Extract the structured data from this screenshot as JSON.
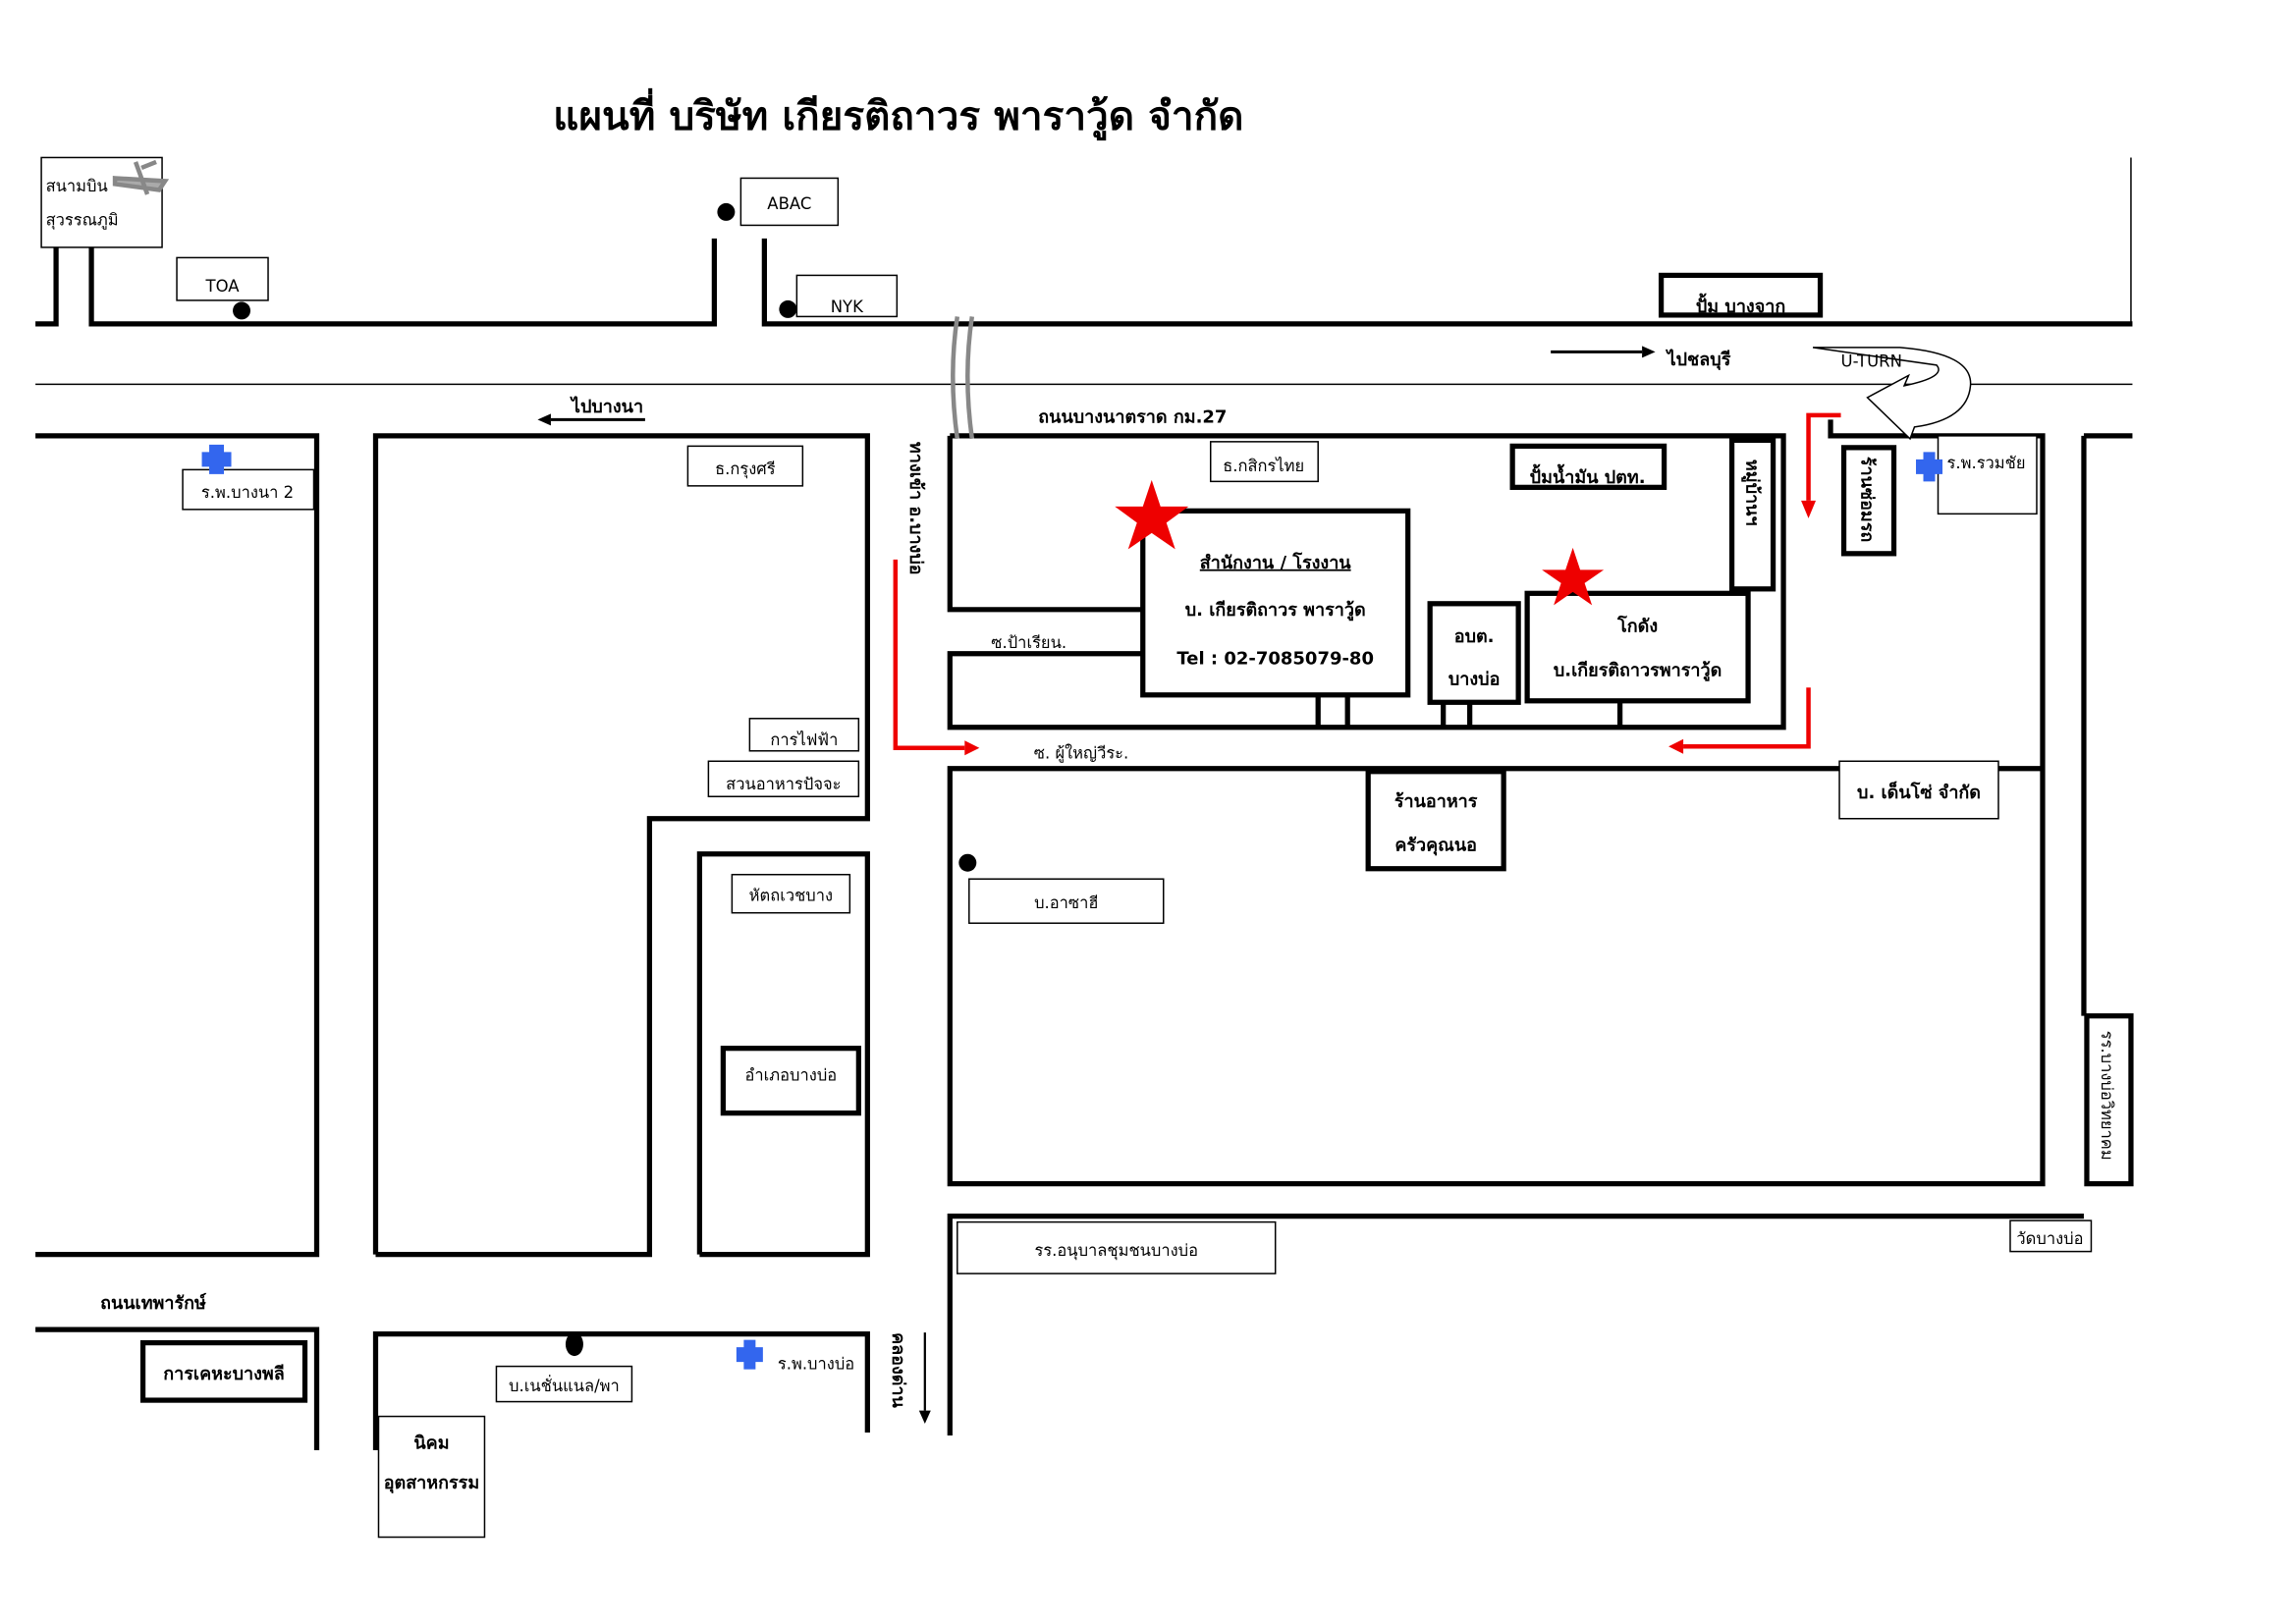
{
  "title": "แผนที่ บริษัท เกียรติถาวร พาราวู้ด จำกัด",
  "colors": {
    "route": "#ee0000",
    "star": "#ee0000",
    "hospital": "#3366ee",
    "line": "#000000"
  },
  "labels": {
    "airport_1": "สนามบิน",
    "airport_2": "สุวรรณภูมิ",
    "toa": "TOA",
    "abac": "ABAC",
    "nyk": "NYK",
    "bangchak": "ปั้ม บางจาก",
    "to_chonburi": "ไปชลบุรี",
    "uturn": "U-TURN",
    "to_bangna": "ไปบางนา",
    "road_bangna_trat": "ถนนบางนาตราด   กม.27",
    "bangna2_hospital": "ร.พ.บางนา 2",
    "krungsri": "ธ.กรุงศรี",
    "kasikorn": "ธ.กสิกรไทย",
    "ptt": "ปั้มน้ำมัน ปตท.",
    "village": "หมู่บ้านฯ",
    "shop": "ร้านซ่อมรถ",
    "ruamchai_hospital": "ร.พ.รวมชัย",
    "entrance": "ทางเข้า อ.บางบ่อ",
    "office_title": "สำนักงาน / โรงงาน",
    "office_name": "บ. เกียรติถาวร พาราวู้ด",
    "office_tel": "Tel : 02-7085079-80",
    "obt_1": "อบต.",
    "obt_2": "บางบ่อ",
    "warehouse_1": "โกดัง",
    "warehouse_2": "บ.เกียรติถาวรพาราวู้ด",
    "soi_parian": "ซ.ป้าเรียน.",
    "soi_phuyai": "ซ. ผู้ใหญ่วีระ.",
    "electricity": "การไฟฟ้า",
    "food_garden": "สวนอาหารปัจจะ",
    "hattha": "หัตถเวชบาง",
    "district": "อำเภอบางบ่อ",
    "restaurant_1": "ร้านอาหาร",
    "restaurant_2": "ครัวคุณนอ",
    "denso": "บ. เด็นโซ่ จำกัด",
    "asahi": "บ.อาซาฮี",
    "school_bangbo": "รร.บางบ่อวิทยาคม",
    "kindergarten": "รร.อนุบาลชุมชนบางบ่อ",
    "wat": "วัดบางบ่อ",
    "road_theparak": "ถนนเทพารักษ์",
    "housing": "การเคหะบางพลี",
    "nation": "บ.เนชั่นแนล/พา",
    "bangbo_hospital": "ร.พ.บางบ่อ",
    "estate_1": "นิคม",
    "estate_2": "อุตสาหกรรม",
    "canal": "คลองด่าน"
  }
}
